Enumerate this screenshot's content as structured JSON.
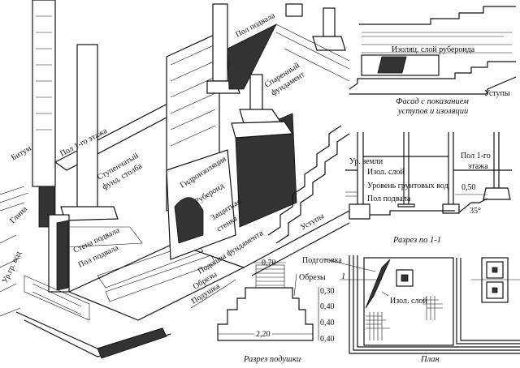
{
  "main_view": {
    "labels": {
      "pol_podvala_top": "Пол подвала",
      "sparenny_1": "Спаренный",
      "sparenny_2": "фундамент",
      "pol_1_etazha": "Пол 1-го этажа",
      "bitum": "Битум",
      "stupenchaty_1": "Ступенчатый",
      "stupenchaty_2": "фунд. столба",
      "gidroizolyaciya": "Гидроизоляция",
      "ruberoid": "Рубероид",
      "zashitnaya_1": "Защитная",
      "zashitnaya_2": "стенка",
      "ustupy": "Уступы",
      "glina": "Глина",
      "ur_gr_vod": "Ур.гр. вод",
      "stena_podvala": "Стена подвала",
      "pol_podvala": "Пол подвала",
      "podoshva": "Подошва фундамента",
      "obrezy": "Обрезы",
      "podushka": "Подушка"
    }
  },
  "facade": {
    "izol_label": "Изоляц. слой рубероида",
    "ustupy": "Уступы",
    "caption_1": "Фасад с показанием",
    "caption_2": "уступов и изоляции"
  },
  "section_1_1": {
    "ur_zemli": "Ур. земли",
    "izol_sloy": "Изол. слой",
    "uroven_vod": "Уровень грунтовых вод",
    "pol_podvala": "Пол подвала",
    "pol_1_etazha_1": "Пол 1-го",
    "pol_1_etazha_2": "этажа",
    "dim_050": "0,50",
    "angle": "35°",
    "caption": "Разрез по 1-1"
  },
  "cushion_section": {
    "top_width": "0,70",
    "obrezy": "Обрезы",
    "dims": [
      "0,30",
      "0,40",
      "0,40",
      "0,40"
    ],
    "base_width": "2,20",
    "caption": "Разрез подушки"
  },
  "plan": {
    "podgotovka": "Подготовка",
    "section_mark": "1",
    "izol_sloy": "Изол. слой",
    "caption": "План"
  }
}
